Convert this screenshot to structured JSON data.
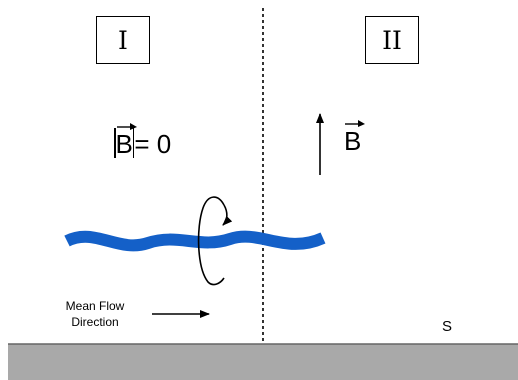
{
  "regions": {
    "left_label": "I",
    "right_label": "II"
  },
  "field": {
    "left_symbol": "B",
    "left_value": "= 0",
    "right_symbol": "B"
  },
  "flow": {
    "label_line1": "Mean Flow",
    "label_line2": "Direction"
  },
  "surface_label": "S",
  "colors": {
    "vortex_tube": "#1460c8",
    "ground": "#a9a9a9",
    "ground_edge": "#666666",
    "lines": "#000000"
  }
}
